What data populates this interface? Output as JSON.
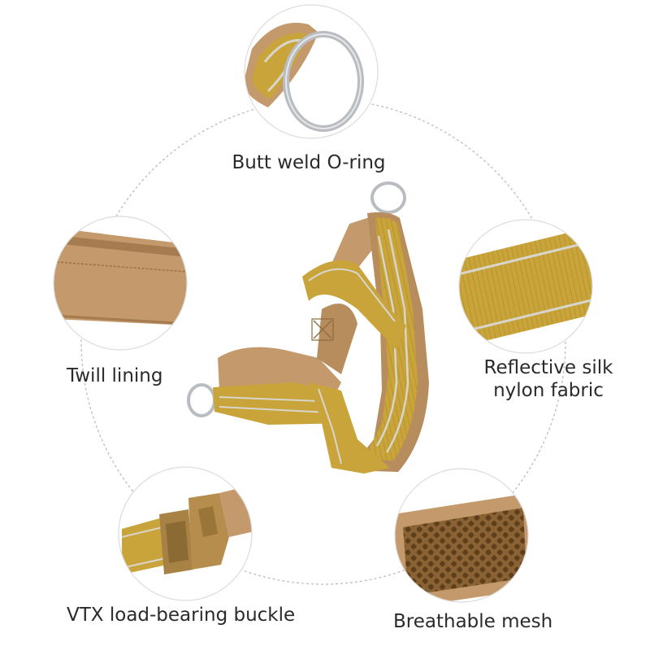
{
  "features": {
    "oring": "Butt weld O-ring",
    "twill": "Twill lining",
    "reflective_line1": "Reflective silk",
    "reflective_line2": "nylon fabric",
    "buckle": "VTX load-bearing buckle",
    "mesh": "Breathable mesh"
  },
  "colors": {
    "webbing": "#c9a43a",
    "webbing_dark": "#9c7d22",
    "lining": "#c49a6c",
    "lining_dark": "#a57b4f",
    "reflective": "#d8d6cc",
    "metal": "#b9bcc0",
    "ring_outline": "#dcdcdc",
    "dash_circle": "#bdbdbd"
  }
}
